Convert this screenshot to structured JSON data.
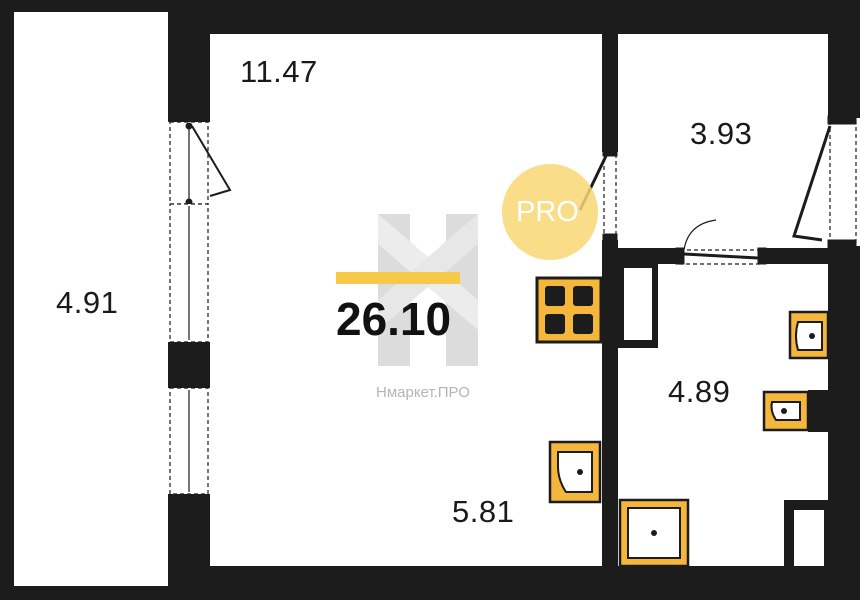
{
  "plan": {
    "total_area": "26.10",
    "rooms": [
      {
        "id": "main-room",
        "area": "11.47"
      },
      {
        "id": "small-room",
        "area": "3.93"
      },
      {
        "id": "balcony",
        "area": "4.91"
      },
      {
        "id": "bathroom",
        "area": "4.89"
      },
      {
        "id": "hallway",
        "area": "5.81"
      }
    ]
  },
  "watermark": {
    "brand": "Нмаркет.ПРО",
    "badge": "PRO"
  },
  "colors": {
    "wall": "#1c1c1c",
    "fixture_fill": "#f5b73b",
    "accent": "#f7c948",
    "badge_circle": "#f8d774",
    "watermark": "#cfcfcf"
  },
  "icons": [
    "stove-icon",
    "sink-icon",
    "washbasin-icon",
    "toilet-icon",
    "shower-tray-icon",
    "door-swing-icon"
  ]
}
